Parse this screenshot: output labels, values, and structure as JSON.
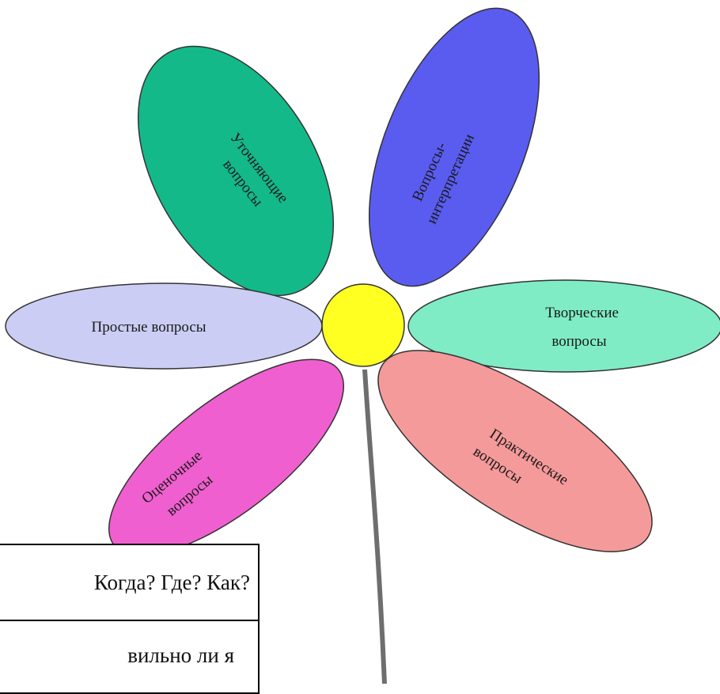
{
  "petals": {
    "clarifying": {
      "lines": [
        "Уточняющие",
        "вопросы"
      ],
      "color": "#14b98a"
    },
    "interpretation": {
      "lines": [
        "Вопросы-",
        "интерпретации"
      ],
      "color": "#5a5cf0"
    },
    "simple": {
      "lines": [
        "Простые вопросы"
      ],
      "color": "#cbcdf4"
    },
    "creative": {
      "lines": [
        "Творческие",
        "вопросы"
      ],
      "color": "#7fecc6"
    },
    "evaluative": {
      "lines": [
        "Оценочные",
        "вопросы"
      ],
      "color": "#f05fcf"
    },
    "practical": {
      "lines": [
        "Практические",
        "вопросы"
      ],
      "color": "#f59a9a"
    }
  },
  "center": {
    "color": "#ffff22"
  },
  "stem": {
    "color": "#6e6e6e"
  },
  "table": {
    "row1": "Когда? Где? Как?",
    "row2": "вильно ли я"
  }
}
